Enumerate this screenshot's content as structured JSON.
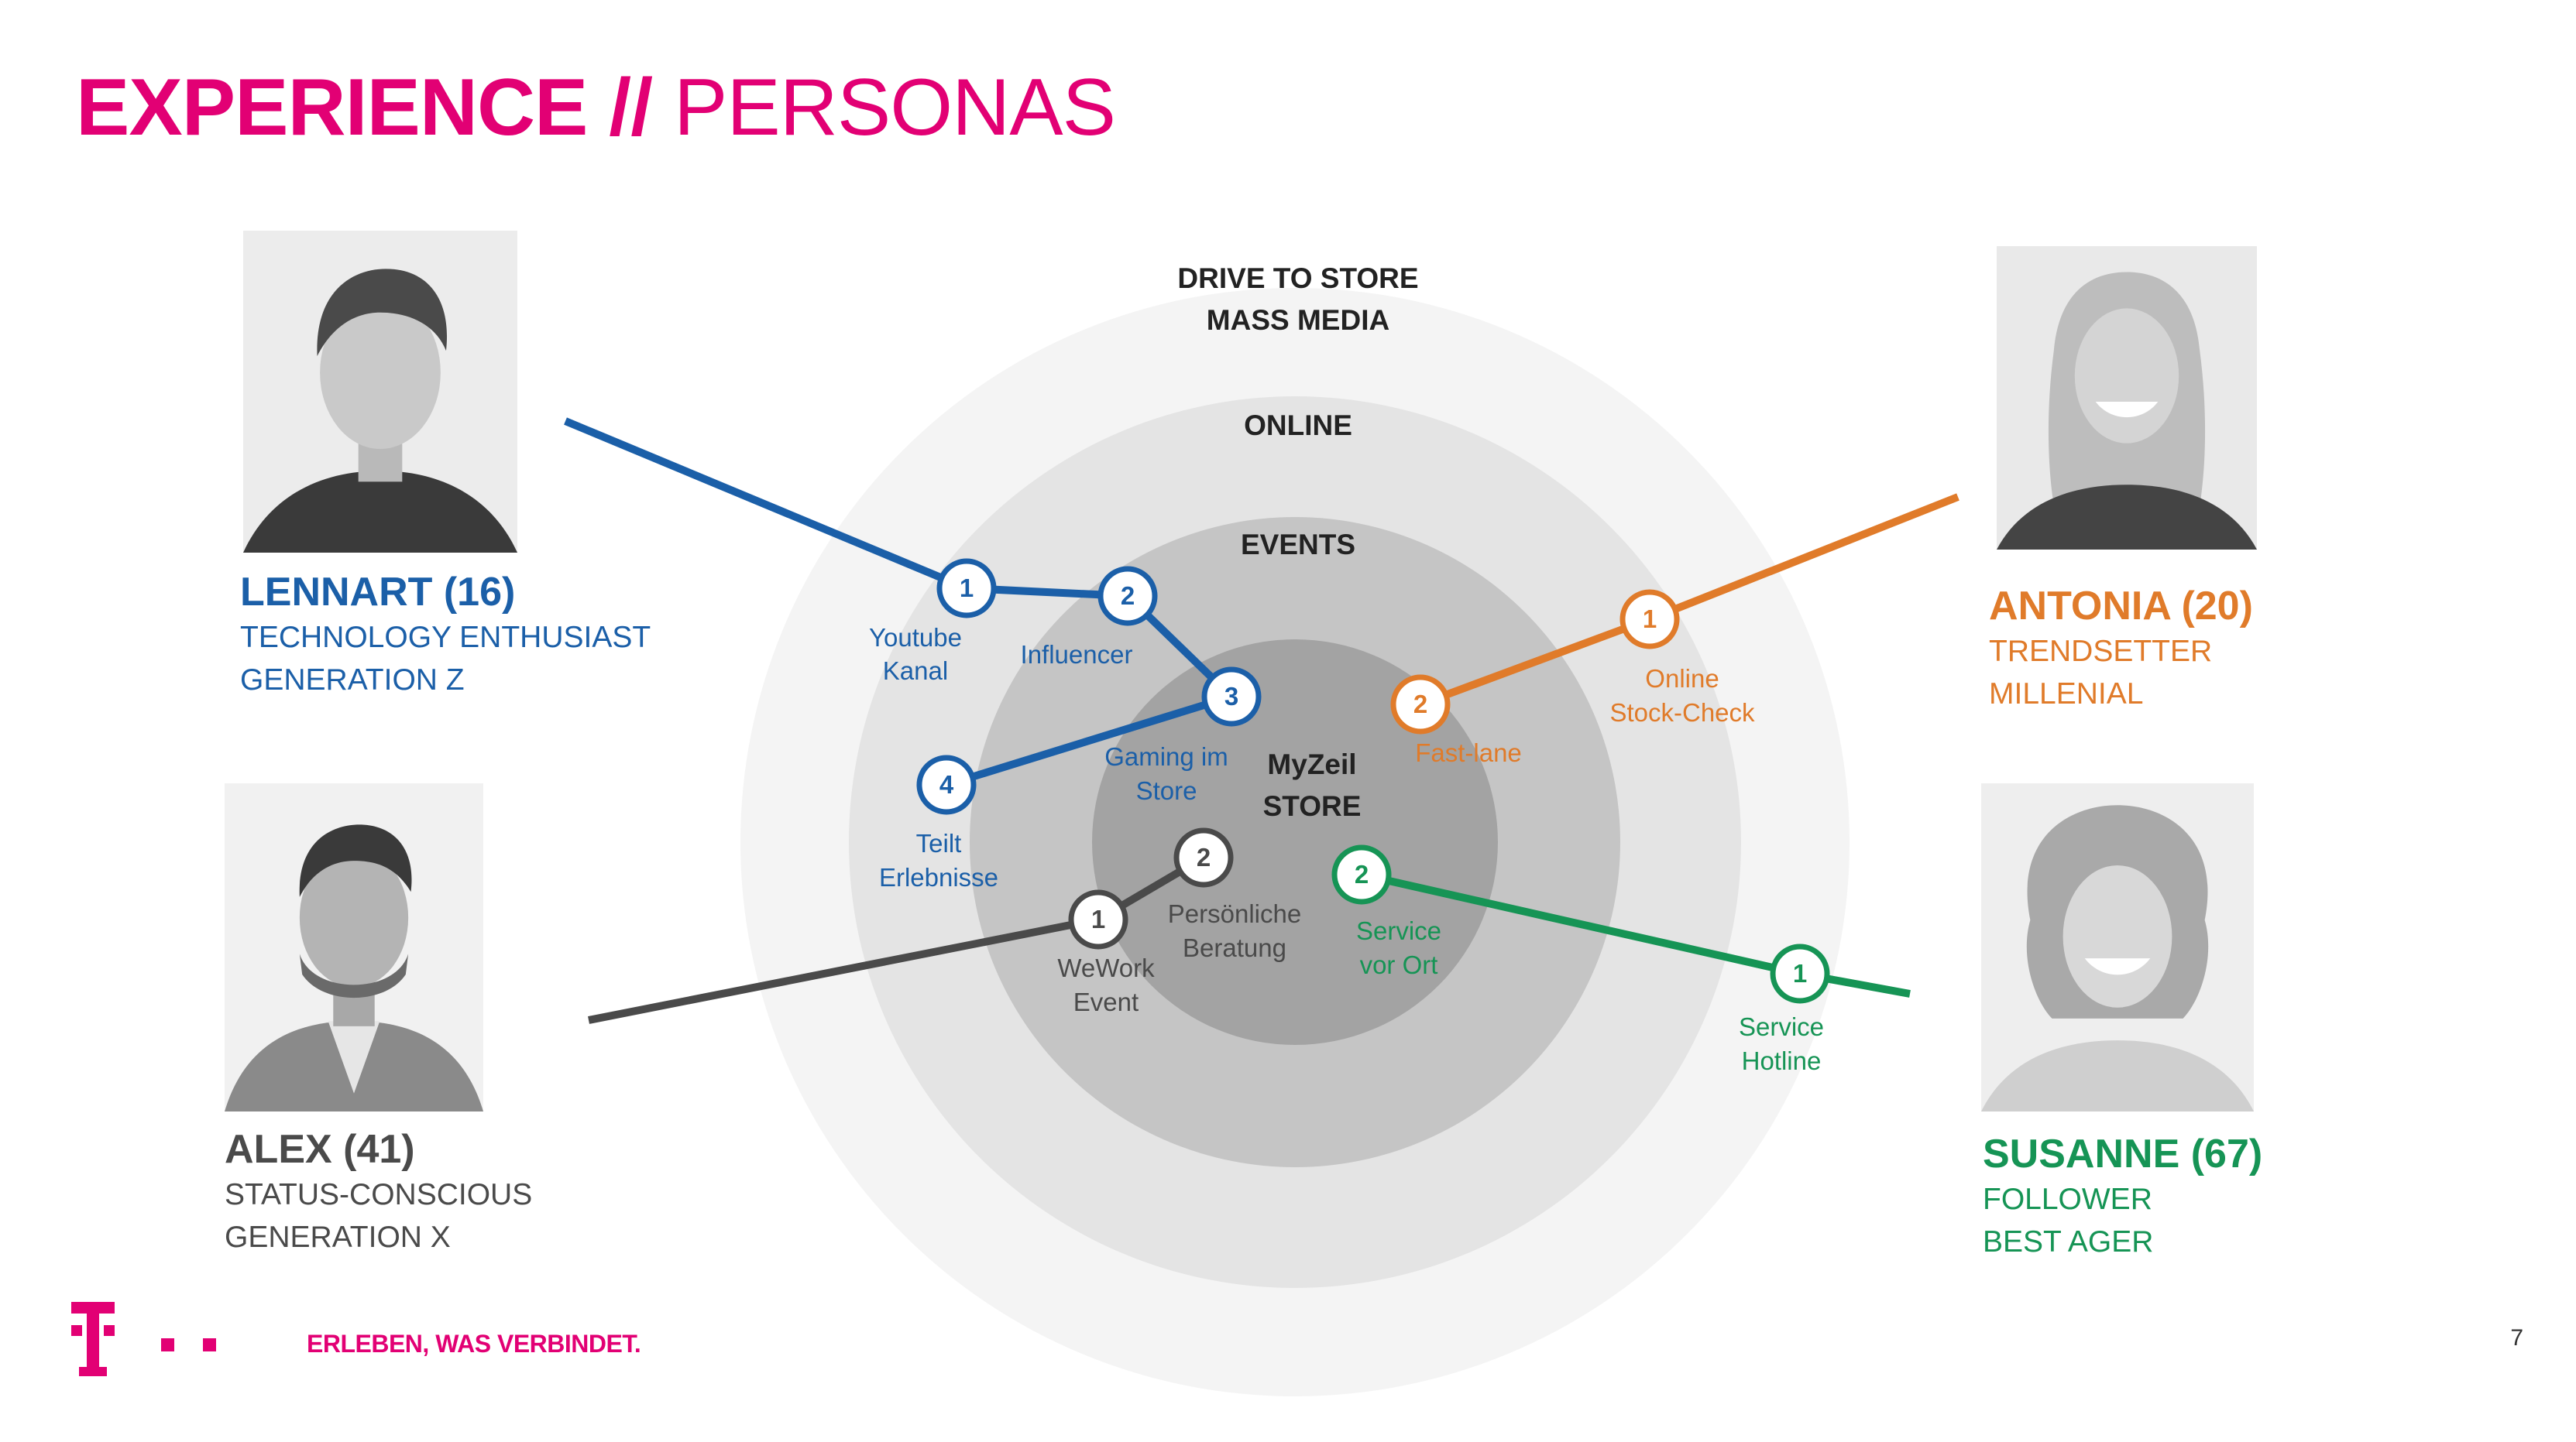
{
  "title": {
    "bold": "EXPERIENCE //",
    "light": " PERSONAS"
  },
  "colors": {
    "magenta": "#e20074",
    "lennart": "#1b5fa8",
    "alex": "#4a4a4a",
    "antonia": "#e07b2a",
    "susanne": "#169455"
  },
  "rings": {
    "outer": "DRIVE TO STORE",
    "outer2": "MASS MEDIA",
    "online": "ONLINE",
    "events": "EVENTS",
    "core": "MyZeil",
    "core2": "STORE"
  },
  "personas": {
    "lennart": {
      "name": "LENNART (16)",
      "role": "TECHNOLOGY ENTHUSIAST",
      "gen": "GENERATION Z",
      "photo_icon": "portrait-photo"
    },
    "alex": {
      "name": "ALEX (41)",
      "role": "STATUS-CONSCIOUS",
      "gen": "GENERATION X",
      "photo_icon": "portrait-photo"
    },
    "antonia": {
      "name": "ANTONIA (20)",
      "role": "TRENDSETTER",
      "gen": "MILLENIAL",
      "photo_icon": "portrait-photo"
    },
    "susanne": {
      "name": "SUSANNE (67)",
      "role": "FOLLOWER",
      "gen": "BEST AGER",
      "photo_icon": "portrait-photo"
    }
  },
  "journeys": {
    "lennart": [
      {
        "num": "1",
        "l1": "Youtube",
        "l2": "Kanal"
      },
      {
        "num": "2",
        "l1": "Influencer",
        "l2": ""
      },
      {
        "num": "3",
        "l1": "Gaming im",
        "l2": "Store"
      },
      {
        "num": "4",
        "l1": "Teilt",
        "l2": "Erlebnisse"
      }
    ],
    "alex": [
      {
        "num": "1",
        "l1": "WeWork",
        "l2": "Event"
      },
      {
        "num": "2",
        "l1": "Persönliche",
        "l2": "Beratung"
      }
    ],
    "antonia": [
      {
        "num": "1",
        "l1": "Online",
        "l2": "Stock-Check"
      },
      {
        "num": "2",
        "l1": "Fast-lane",
        "l2": ""
      }
    ],
    "susanne": [
      {
        "num": "1",
        "l1": "Service",
        "l2": "Hotline"
      },
      {
        "num": "2",
        "l1": "Service",
        "l2": "vor Ort"
      }
    ]
  },
  "footer": {
    "slogan": "ERLEBEN, WAS VERBINDET.",
    "page": "7",
    "logo_icon": "telekom-t-logo"
  }
}
